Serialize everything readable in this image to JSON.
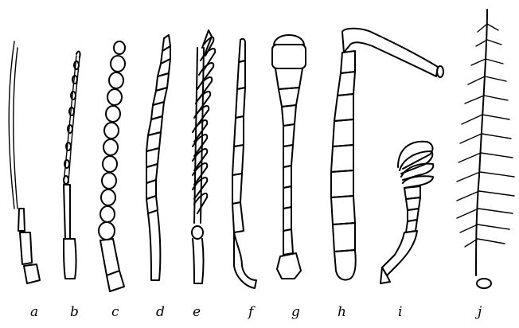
{
  "figure": {
    "labels": {
      "a": "a",
      "b": "b",
      "c": "c",
      "d": "d",
      "e": "e",
      "f": "f",
      "g": "g",
      "h": "h",
      "i": "i",
      "j": "j"
    }
  }
}
